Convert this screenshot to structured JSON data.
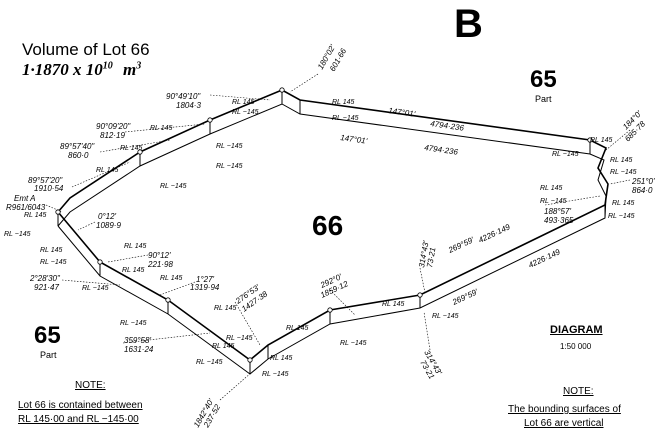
{
  "header": {
    "corner_letter": "B",
    "volume_title": "Volume of Lot 66",
    "volume_value": "1·1870  x  10",
    "volume_exponent": "10",
    "volume_unit": "m",
    "volume_unit_exp": "3"
  },
  "lots": {
    "center_lot": "66",
    "top_right_lot": "65",
    "top_right_sub": "Part",
    "bottom_left_lot": "65",
    "bottom_left_sub": "Part"
  },
  "notes": {
    "left_heading": "NOTE:",
    "left_line1": "Lot 66 is contained between",
    "left_line2": "RL 145·00 and RL −145·00",
    "right_heading": "NOTE:",
    "right_line1": "The bounding surfaces of",
    "right_line2": "Lot 66 are vertical"
  },
  "diagram": {
    "label": "DIAGRAM",
    "scale": "1:50 000"
  },
  "annotations": {
    "emt_label": "Emt A",
    "emt_value": "R961/6043",
    "top_bearing": "180°02'",
    "top_distance": "601·66",
    "b1_bearing": "90°49'10\"",
    "b1_distance": "1804·3",
    "b2_bearing": "90°09'20\"",
    "b2_distance": "812·19",
    "b3_bearing": "89°57'40\"",
    "b3_distance": "860·0",
    "b4_bearing": "89°57'20\"",
    "b4_distance": "1910·54",
    "b5_bearing": "0°12'",
    "b5_distance": "1089·9",
    "b6_bearing": "90°12'",
    "b6_distance": "221·98",
    "b7_bearing": "2°28'30\"",
    "b7_distance": "921·47",
    "b8_bearing": "1°27'",
    "b8_distance": "1319·94",
    "b9_bearing": "359°58'",
    "b9_distance": "1631·24",
    "b10_bearing": "276°53'",
    "b10_distance": "1427·38",
    "b11_bearing": "292°0'",
    "b11_distance": "1859·12",
    "b12_bearing": "314°43'",
    "b12_distance": "73·21",
    "b12b_bearing": "314°43'",
    "b12b_distance": "73·21",
    "b13_bearing": "269°59'",
    "b13_distance": "4226·149",
    "b13b_bearing": "269°59'",
    "b13b_distance": "4226·149",
    "b14_bearing": "188°57'",
    "b14_distance": "493·365",
    "b15_bearing": "184°0'",
    "b15_distance": "685·78",
    "b16_bearing": "251°0'",
    "b16_distance": "864·0",
    "b17_bearing": "1842°40'",
    "b17_distance": "237·52",
    "top_edge_bearing": "147°01'",
    "top_edge_distance": "4794·236",
    "top_edge_bearing_b": "147°01'",
    "top_edge_distance_b": "4794·236",
    "rl_pos": "RL 145",
    "rl_neg": "RL −145"
  }
}
